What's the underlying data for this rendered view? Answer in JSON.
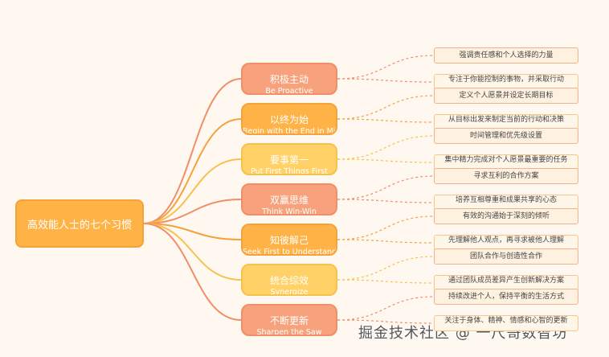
{
  "root": {
    "label": "高效能人士的七个习惯"
  },
  "habits": [
    {
      "zh": "积极主动",
      "en": "Be Proactive",
      "color": "#f7a27c",
      "border": "#f08e68",
      "notes": [
        "强调责任感和个人选择的力量",
        "专注于你能控制的事物，并采取行动"
      ]
    },
    {
      "zh": "以终为始",
      "en": "Begin with the End in Mind",
      "color": "#ffb347",
      "border": "#f3a23c",
      "notes": [
        "定义个人愿景并设定长期目标",
        "从目标出发来制定当前的行动和决策"
      ]
    },
    {
      "zh": "要事第一",
      "en": "Put First Things First",
      "color": "#ffd166",
      "border": "#f6c24e",
      "notes": [
        "时间管理和优先级设置",
        "集中精力完成对个人愿景最重要的任务"
      ]
    },
    {
      "zh": "双赢思维",
      "en": "Think Win-Win",
      "color": "#f7a27c",
      "border": "#f08e68",
      "notes": [
        "寻求互利的合作方案",
        "培养互相尊重和成果共享的心态"
      ]
    },
    {
      "zh": "知彼解己",
      "en": "Seek First to Understand",
      "color": "#ffb347",
      "border": "#f3a23c",
      "notes": [
        "有效的沟通始于深刻的倾听",
        "先理解他人观点，再寻求被他人理解"
      ]
    },
    {
      "zh": "统合综效",
      "en": "Synergize",
      "color": "#ffd166",
      "border": "#f6c24e",
      "notes": [
        "团队合作与创造性合作",
        "通过团队成员差异产生创新解决方案"
      ]
    },
    {
      "zh": "不断更新",
      "en": "Sharpen the Saw",
      "color": "#f7a27c",
      "border": "#f08e68",
      "notes": [
        "持续改进个人，保持平衡的生活方式",
        "关注于身体、精神、情感和心智的更新"
      ]
    }
  ],
  "watermark": "掘金技术社区 @ 一尺哥数智坊"
}
